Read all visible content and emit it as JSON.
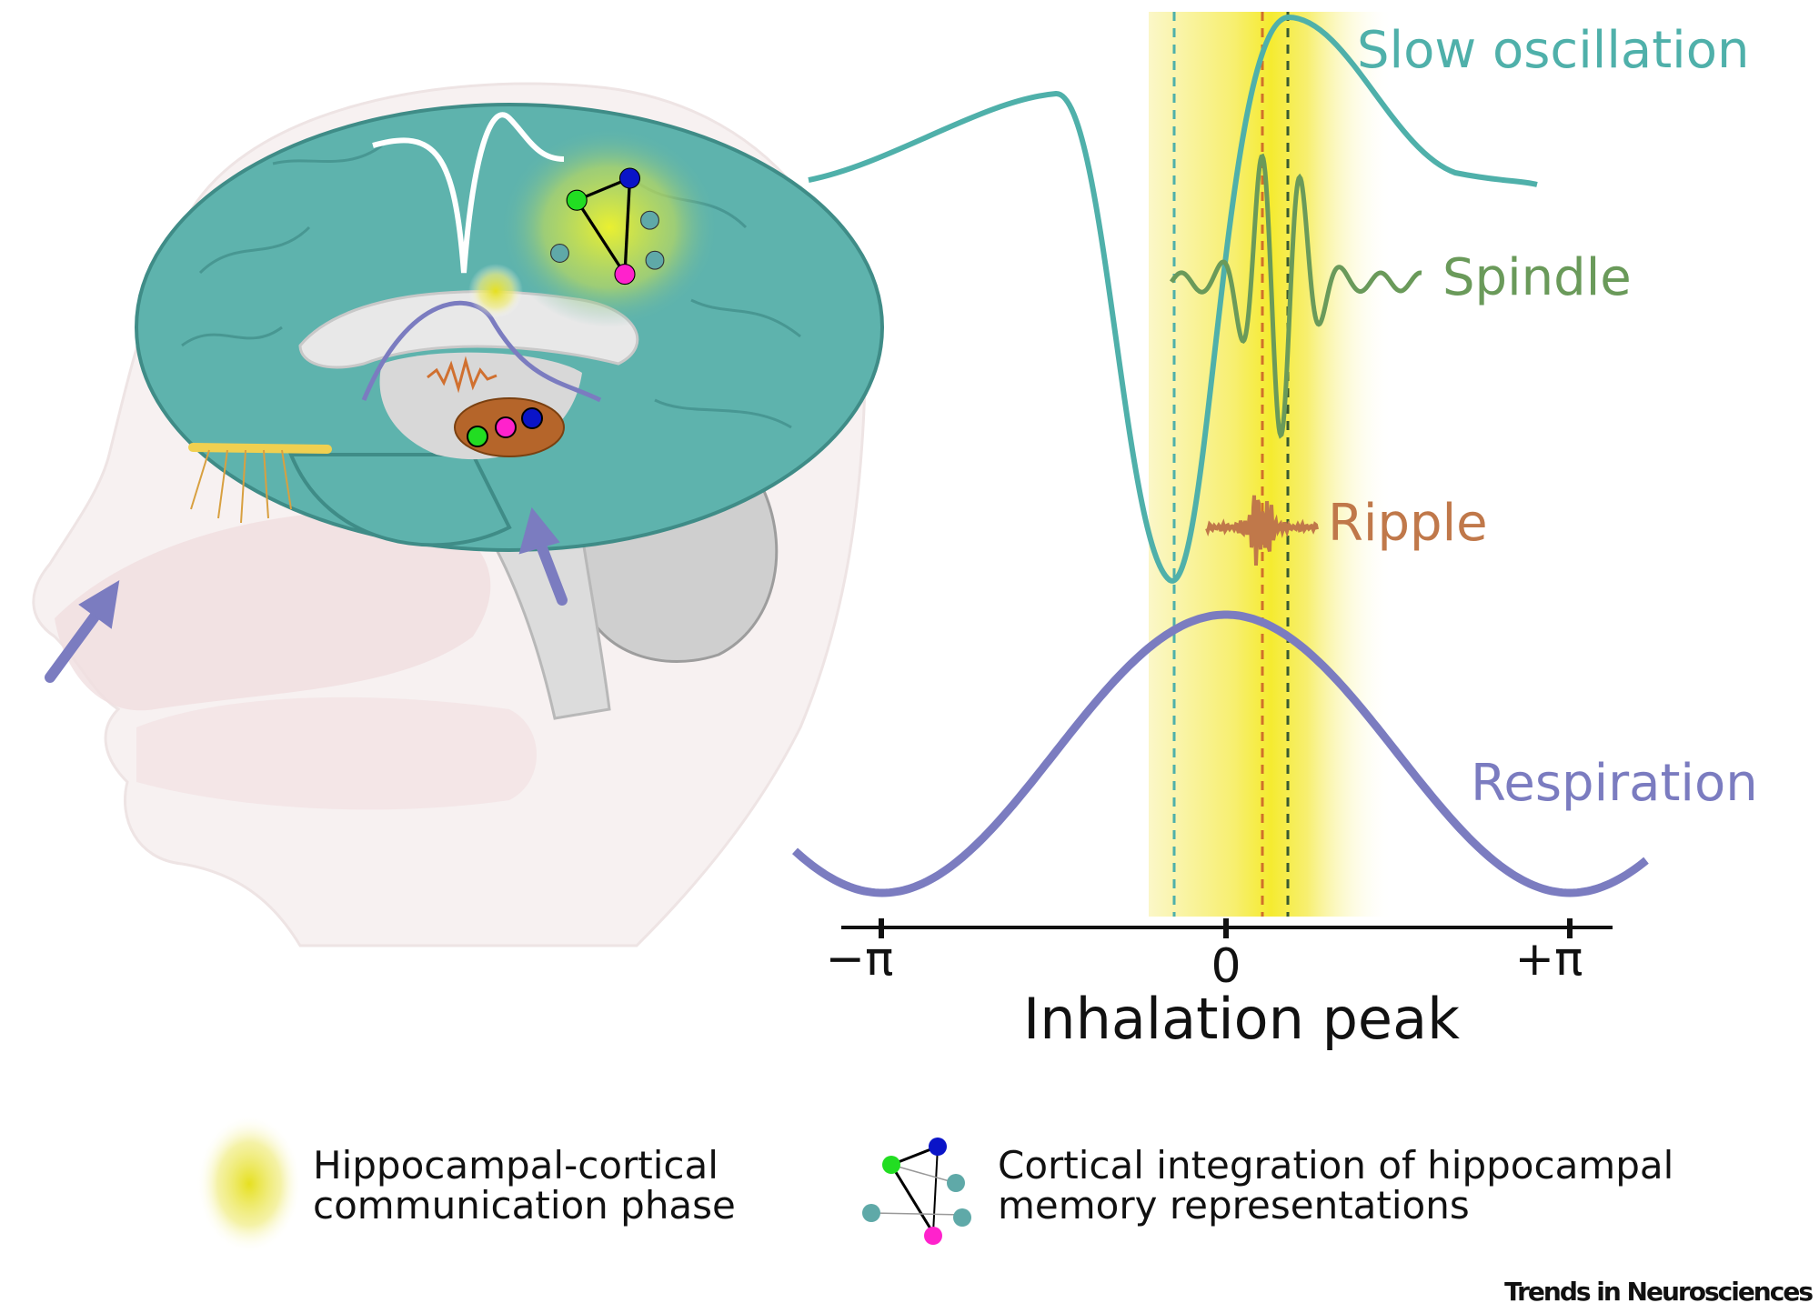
{
  "colors": {
    "slow_oscillation": "#4fb0aa",
    "spindle": "#6a9a5a",
    "ripple": "#c0784a",
    "respiration": "#7b7cc0",
    "band": "#f5ee3a",
    "teal_brain": "#5eb3ad",
    "network_green": "#22dd22",
    "network_magenta": "#ff22cc",
    "network_blue": "#0a14c8",
    "network_teal": "#5fa9a8"
  },
  "traces": {
    "slow_oscillation": "Slow oscillation",
    "spindle": "Spindle",
    "ripple": "Ripple",
    "respiration": "Respiration"
  },
  "axis": {
    "ticks": [
      "−π",
      "0",
      "+π"
    ],
    "label": "Inhalation peak"
  },
  "legend": {
    "phase_line1": "Hippocampal-cortical",
    "phase_line2": "communication phase",
    "network_line1": "Cortical integration of hippocampal",
    "network_line2": "memory representations"
  },
  "icons": [
    "airflow-arrow-icon",
    "network-icon",
    "glow-icon"
  ],
  "journal": "Trends in Neurosciences"
}
